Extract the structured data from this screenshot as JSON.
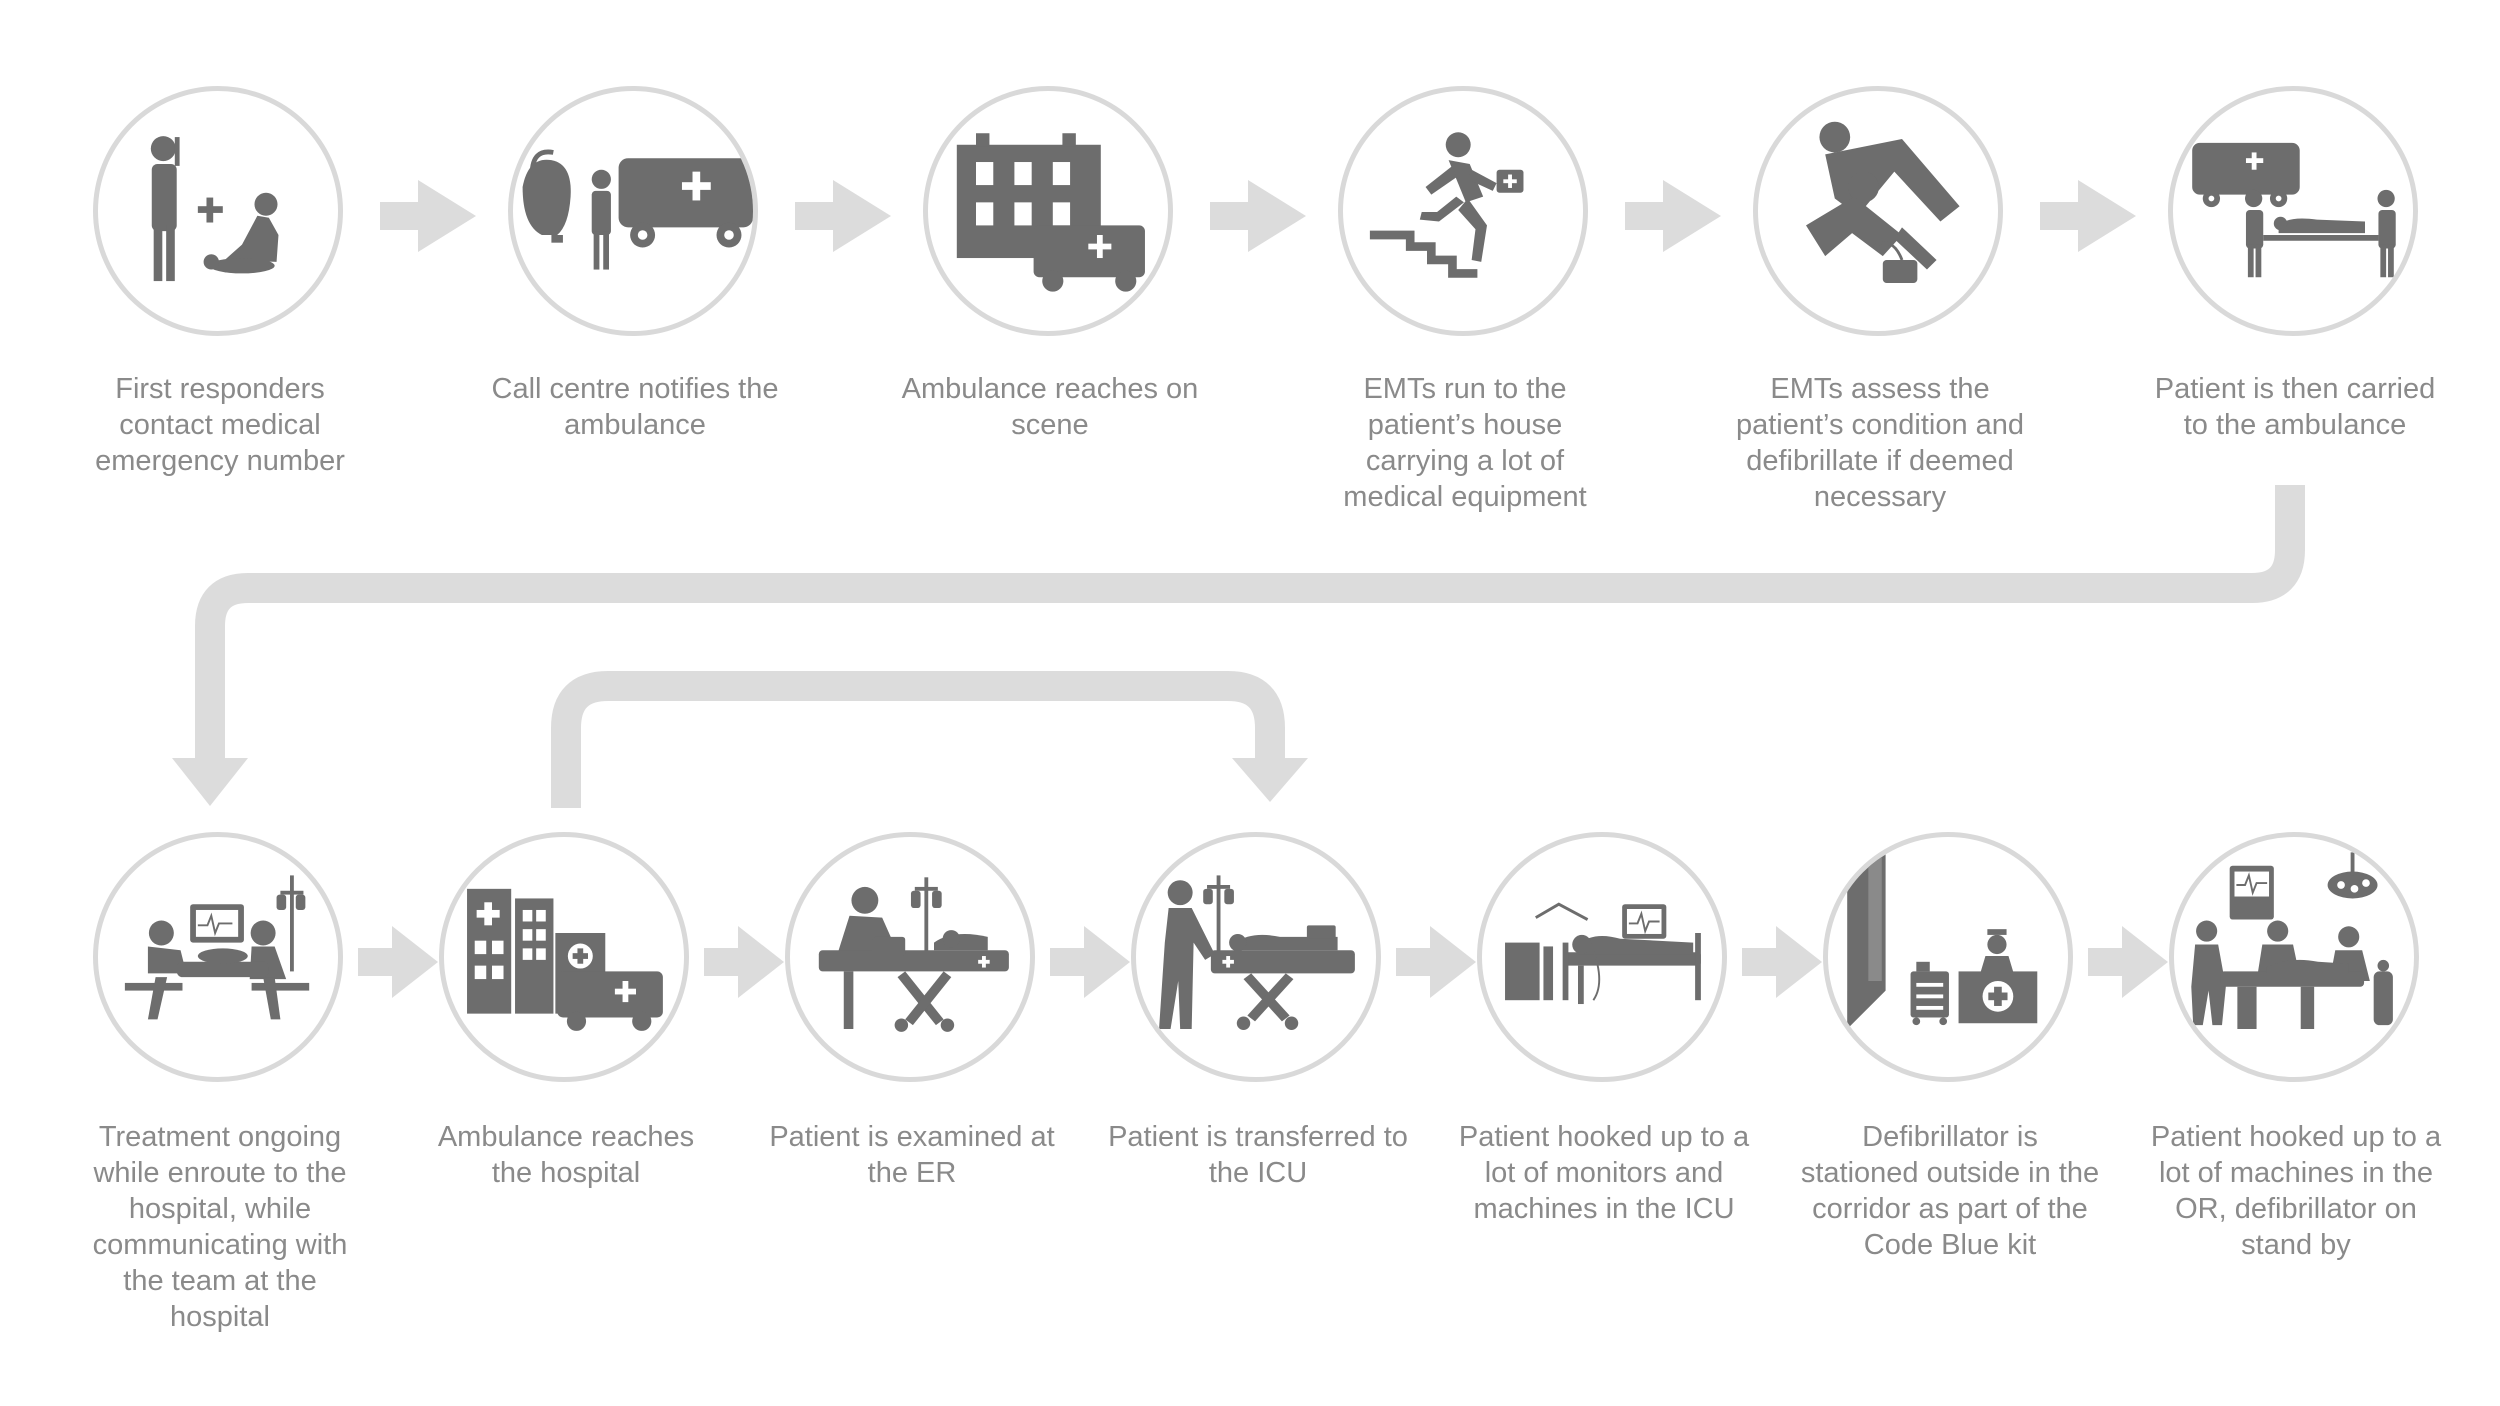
{
  "steps": [
    {
      "label": "First responders contact medical emergency number",
      "icon": "phone-call-cpr-icon"
    },
    {
      "label": "Call centre notifies the ambulance",
      "icon": "dispatcher-ambulance-icon"
    },
    {
      "label": "Ambulance reaches on scene",
      "icon": "house-ambulance-icon"
    },
    {
      "label": "EMTs run to the patient’s house carrying a lot of medical equipment",
      "icon": "running-emt-stairs-icon"
    },
    {
      "label": "EMTs assess the patient’s condition and defibrillate if deemed necessary",
      "icon": "emt-defibrillate-icon"
    },
    {
      "label": "Patient is then carried to the ambulance",
      "icon": "stretcher-carry-icon"
    },
    {
      "label": "Treatment ongoing while enroute to the hospital, while communicating with the team at the hospital",
      "icon": "ambulance-treatment-icon"
    },
    {
      "label": "Ambulance reaches the hospital",
      "icon": "hospital-ambulance-icon"
    },
    {
      "label": "Patient is examined at the ER",
      "icon": "er-examination-icon"
    },
    {
      "label": "Patient is transferred to the ICU",
      "icon": "icu-transfer-icon"
    },
    {
      "label": "Patient hooked up to a lot of monitors and machines in the ICU",
      "icon": "icu-monitors-icon"
    },
    {
      "label": "Defibrillator is stationed outside in the corridor as part of the Code Blue kit",
      "icon": "corridor-nurse-station-icon"
    },
    {
      "label": "Patient hooked up to a lot of machines in the OR, defibrillator on stand by",
      "icon": "operating-room-icon"
    }
  ],
  "colors": {
    "icon": "#6d6d6d",
    "ring": "#d9d9d9",
    "arrow": "#dcdcdc",
    "text": "#8a8a8a"
  }
}
